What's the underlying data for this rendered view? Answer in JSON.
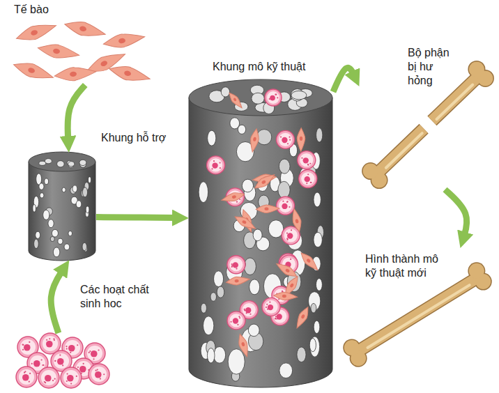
{
  "diagram": {
    "nodes": [
      {
        "text": [
          "Tế bào"
        ]
      },
      {
        "text": [
          "Khung hỗ trợ"
        ]
      },
      {
        "text": [
          "Các hoạt chất sinh hoc"
        ]
      },
      {
        "text": [
          "Khung mô kỹ thuật"
        ]
      },
      {
        "text": [
          "Bộ phận bị hư hỏng"
        ]
      },
      {
        "text": [
          "Hình thành mô kỹ thuật mới"
        ]
      }
    ],
    "edges": [
      {
        "from": 0,
        "to": 1,
        "arrow": "to"
      },
      {
        "from": 2,
        "to": 1,
        "arrow": "to"
      },
      {
        "from": 1,
        "to": 3,
        "arrow": "to"
      },
      {
        "from": 3,
        "to": 4,
        "arrow": "to"
      },
      {
        "from": 4,
        "to": 5,
        "arrow": "to"
      }
    ]
  }
}
